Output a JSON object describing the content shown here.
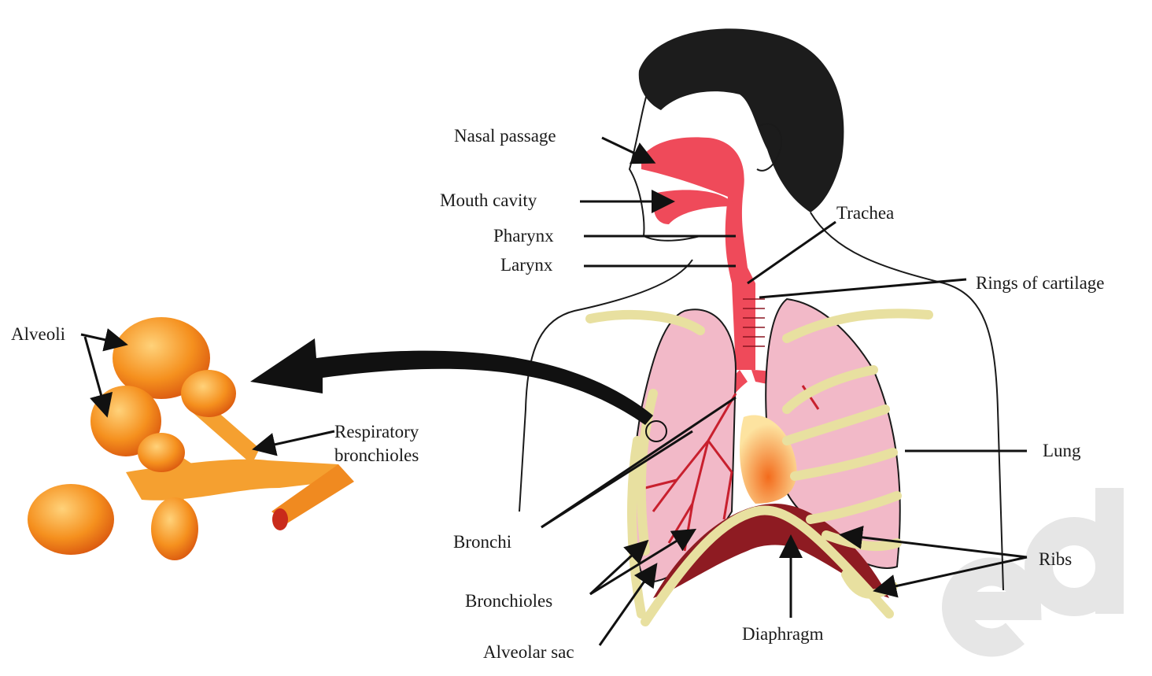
{
  "labels": {
    "nasal_passage": "Nasal passage",
    "mouth_cavity": "Mouth cavity",
    "pharynx": "Pharynx",
    "larynx": "Larynx",
    "trachea": "Trachea",
    "rings_of_cartilage": "Rings of cartilage",
    "alveoli": "Alveoli",
    "respiratory_bronchioles_1": "Respiratory",
    "respiratory_bronchioles_2": "bronchioles",
    "lung": "Lung",
    "bronchi": "Bronchi",
    "ribs": "Ribs",
    "bronchioles": "Bronchioles",
    "alveolar_sac": "Alveolar sac",
    "diaphragm": "Diaphragm"
  },
  "watermark": "ed",
  "colors": {
    "airway": "#ef4a5a",
    "lung": "#f2b9c8",
    "ribs": "#f0eab0",
    "diaphragm": "#8e1b22",
    "hair": "#1c1c1c",
    "alveoli": "#f08a20"
  }
}
